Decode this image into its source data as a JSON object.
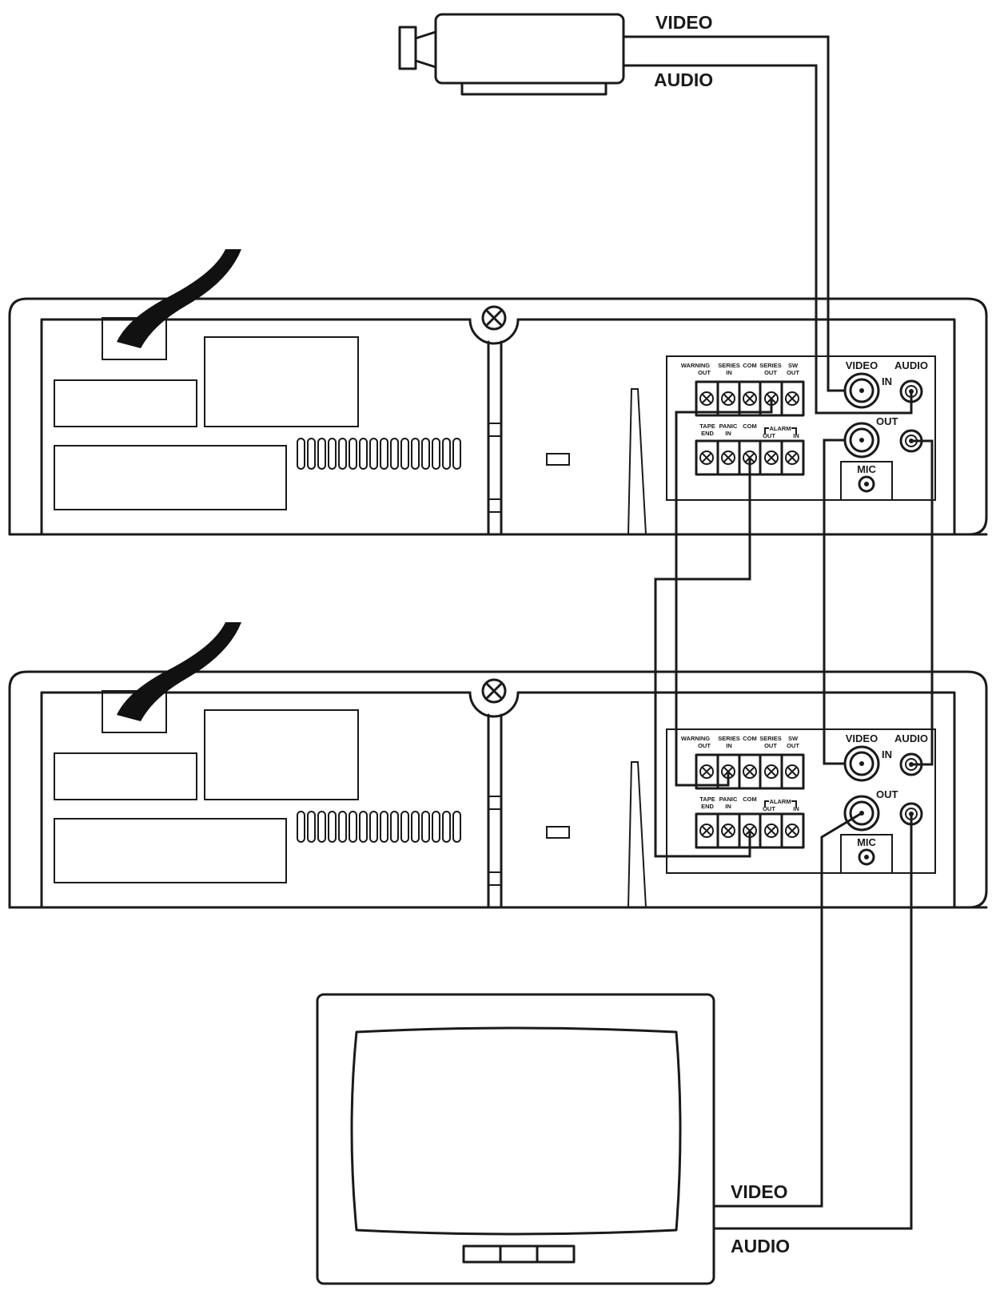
{
  "camera": {
    "video_label": "VIDEO",
    "audio_label": "AUDIO"
  },
  "vcr_panel": {
    "video_label": "VIDEO",
    "audio_label": "AUDIO",
    "in_label": "IN",
    "out_label": "OUT",
    "mic_label": "MIC",
    "terminals_top": [
      [
        "WARNING",
        "OUT"
      ],
      [
        "SERIES",
        "IN"
      ],
      [
        "COM",
        ""
      ],
      [
        "SERIES",
        "OUT"
      ],
      [
        "SW",
        "OUT"
      ]
    ],
    "terminals_bottom": [
      [
        "TAPE",
        "END"
      ],
      [
        "PANIC",
        "IN"
      ],
      [
        "COM",
        ""
      ],
      [
        "",
        "OUT"
      ],
      [
        "",
        "IN"
      ]
    ],
    "alarm_label": "ALARM"
  },
  "monitor": {
    "video_label": "VIDEO",
    "audio_label": "AUDIO"
  }
}
